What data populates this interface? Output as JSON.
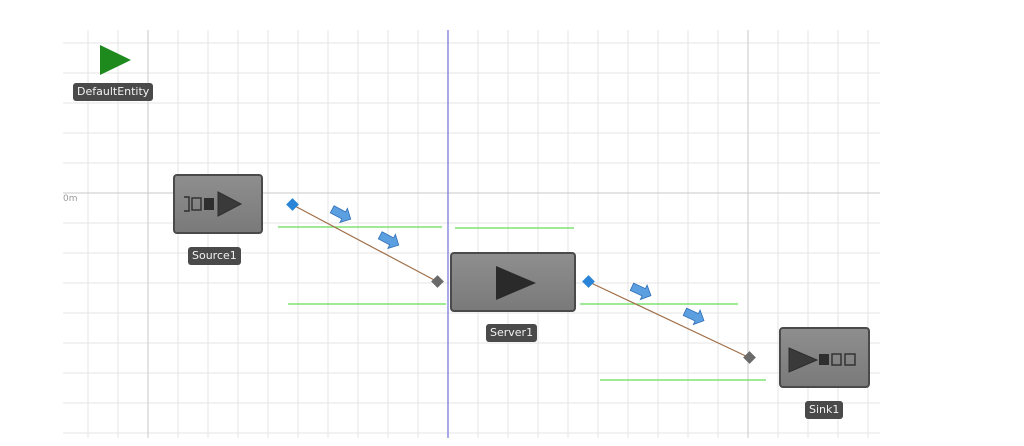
{
  "view": {
    "origin_label": "0m",
    "colors": {
      "grid_minor": "#e6e6e6",
      "grid_major": "#c9c9c9",
      "axis_highlight": "#6f73d6",
      "connector": "#a0704a",
      "guide_line": "#66dd55",
      "port_out": "#2a84d8",
      "port_in": "#6a6a6a",
      "block_fill": "#808080",
      "play_icon": "#1e8a1e"
    }
  },
  "entities": {
    "default_entity": {
      "label": "DefaultEntity",
      "icon": "play-triangle-icon"
    },
    "source": {
      "label": "Source1",
      "icon": "source-queue-icon"
    },
    "server": {
      "label": "Server1",
      "icon": "play-icon"
    },
    "sink": {
      "label": "Sink1",
      "icon": "sink-queue-icon"
    }
  }
}
